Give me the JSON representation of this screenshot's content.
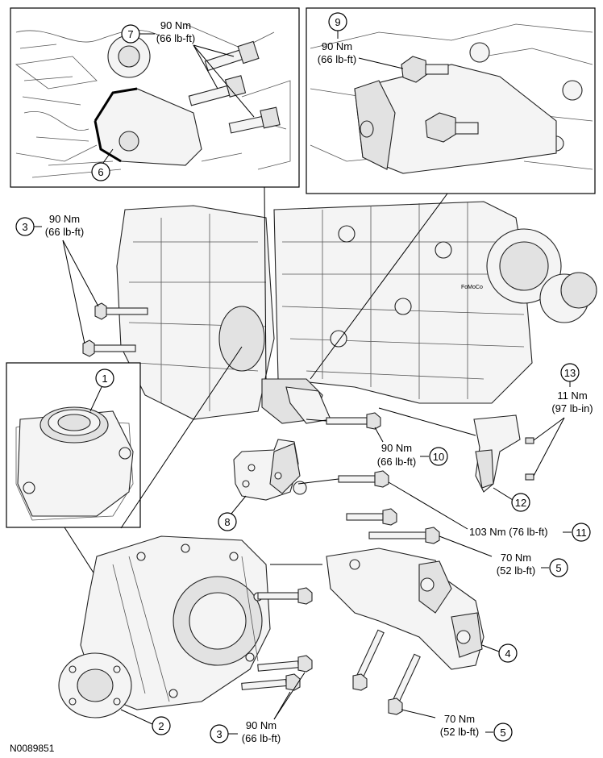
{
  "figure_id": "N0089851",
  "callouts": [
    {
      "num": "1"
    },
    {
      "num": "2"
    },
    {
      "num": "3",
      "torque": [
        "90 Nm",
        "(66 lb-ft)"
      ]
    },
    {
      "num": "3",
      "torque": [
        "90 Nm",
        "(66 lb-ft)"
      ]
    },
    {
      "num": "4"
    },
    {
      "num": "5",
      "torque": [
        "70 Nm",
        "(52 lb-ft)"
      ]
    },
    {
      "num": "5",
      "torque": [
        "70 Nm",
        "(52 lb-ft)"
      ]
    },
    {
      "num": "6"
    },
    {
      "num": "7",
      "torque": [
        "90 Nm",
        "(66 lb-ft)"
      ]
    },
    {
      "num": "8"
    },
    {
      "num": "9",
      "torque": [
        "90 Nm",
        "(66 lb-ft)"
      ]
    },
    {
      "num": "10",
      "torque": [
        "90 Nm",
        "(66 lb-ft)"
      ]
    },
    {
      "num": "11",
      "torque": [
        "103 Nm (76 lb-ft)"
      ]
    },
    {
      "num": "12"
    },
    {
      "num": "13",
      "torque": [
        "11 Nm",
        "(97 lb-in)"
      ]
    }
  ],
  "logo_text": "FoMoCo"
}
